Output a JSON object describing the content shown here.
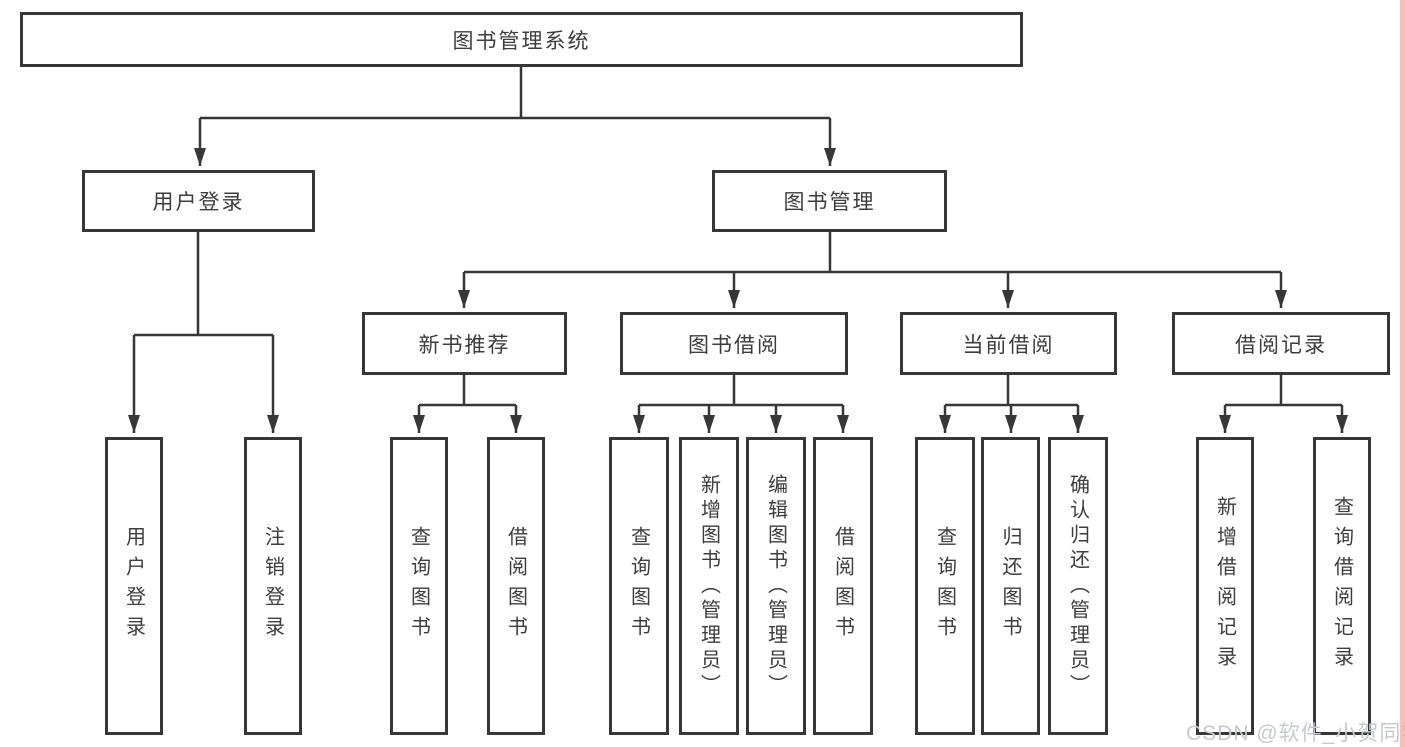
{
  "tree": {
    "root": {
      "label": "图书管理系统"
    },
    "branches": [
      {
        "label": "用户登录",
        "leaves": [
          {
            "label": "用户登录"
          },
          {
            "label": "注销登录"
          }
        ]
      },
      {
        "label": "图书管理",
        "sections": [
          {
            "label": "新书推荐",
            "leaves": [
              {
                "label": "查询图书"
              },
              {
                "label": "借阅图书"
              }
            ]
          },
          {
            "label": "图书借阅",
            "leaves": [
              {
                "label": "查询图书"
              },
              {
                "label": "新增图书（管理员）"
              },
              {
                "label": "编辑图书（管理员）"
              },
              {
                "label": "借阅图书"
              }
            ]
          },
          {
            "label": "当前借阅",
            "leaves": [
              {
                "label": "查询图书"
              },
              {
                "label": "归还图书"
              },
              {
                "label": "确认归还（管理员）"
              }
            ]
          },
          {
            "label": "借阅记录",
            "leaves": [
              {
                "label": "新增借阅记录"
              },
              {
                "label": "查询借阅记录"
              }
            ]
          }
        ]
      }
    ]
  },
  "watermark": {
    "text": "CSDN @软件_小贺同学"
  },
  "colors": {
    "line": "#373737",
    "text": "#3d3d3d",
    "background": "#ffffff",
    "watermark_text": "#c6c9cf",
    "right_edge_strip": "#f2aaa5"
  }
}
